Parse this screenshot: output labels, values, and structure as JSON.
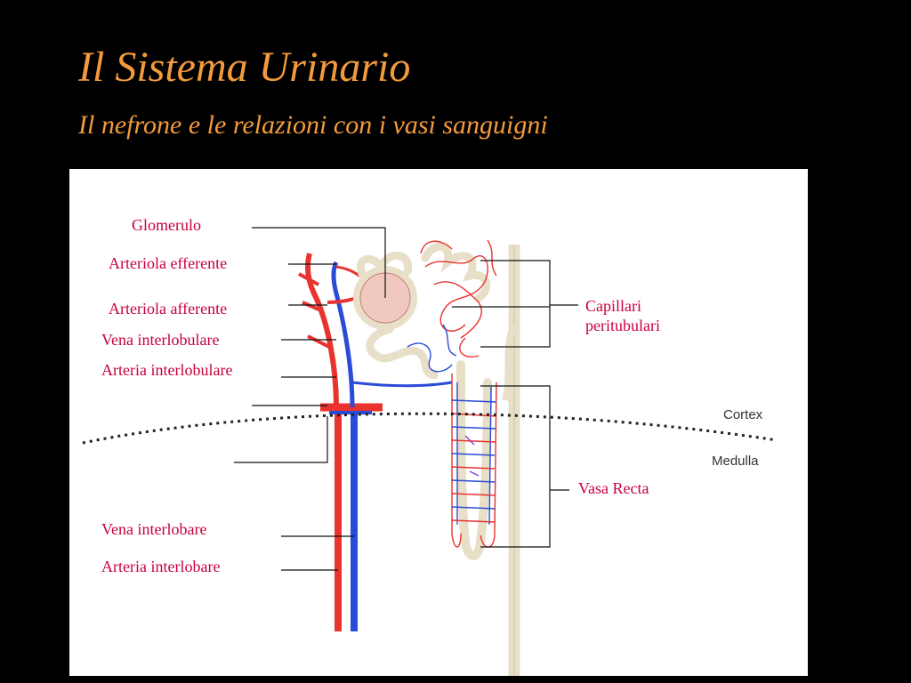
{
  "slide": {
    "title": "Il Sistema Urinario",
    "subtitle": "Il nefrone e le relazioni con i vasi sanguigni"
  },
  "diagram": {
    "labels": {
      "glomerulo": "Glomerulo",
      "arteriola_efferente": "Arteriola efferente",
      "arteriola_afferente": "Arteriola afferente",
      "vena_interlobulare": "Vena interlobulare",
      "arteria_interlobulare": "Arteria interlobulare",
      "capillari_peritubulari": "Capillari peritubulari",
      "vasa_recta": "Vasa Recta",
      "vena_interlobare": "Vena interlobare",
      "arteria_interlobare": "Arteria interlobare"
    },
    "zones": {
      "cortex": "Cortex",
      "medulla": "Medulla"
    },
    "colors": {
      "title": "#f39b3c",
      "label": "#c8003c",
      "artery": "#e8332e",
      "vein": "#2a4bd7",
      "tubule": "#e8dfc8"
    }
  }
}
